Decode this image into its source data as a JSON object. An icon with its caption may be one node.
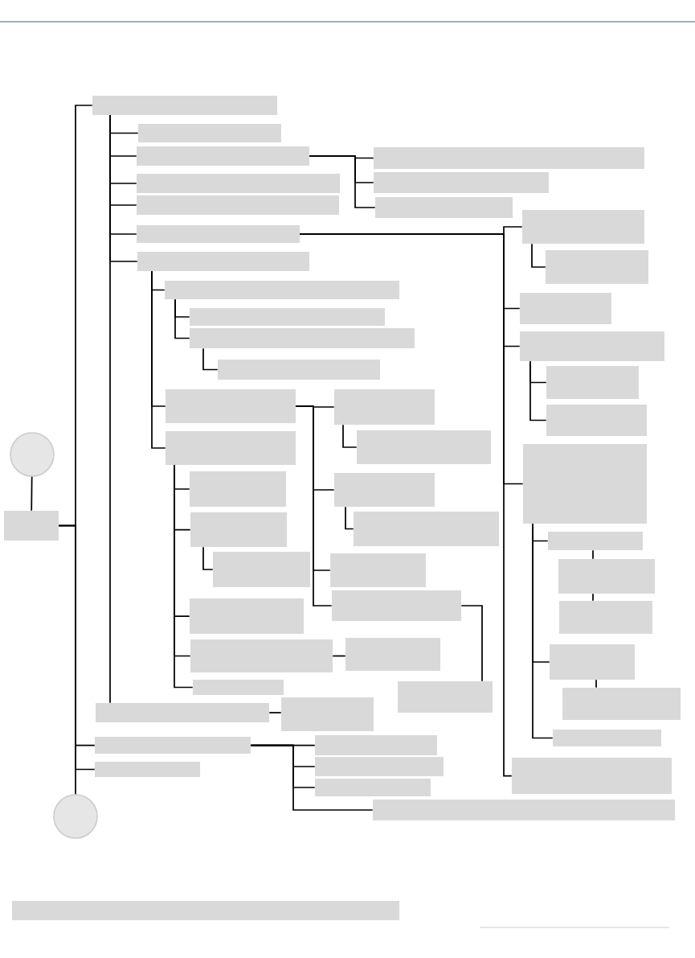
{
  "diagram": {
    "nodes": [
      {
        "text": [],
        "shape": "circle"
      },
      {
        "text": [],
        "shape": "box"
      },
      {
        "text": [],
        "shape": "circle"
      },
      {
        "text": [],
        "shape": "box"
      },
      {
        "text": [],
        "shape": "box"
      },
      {
        "text": [],
        "shape": "box"
      },
      {
        "text": [],
        "shape": "box"
      },
      {
        "text": [],
        "shape": "box"
      },
      {
        "text": [],
        "shape": "box"
      },
      {
        "text": [],
        "shape": "box"
      },
      {
        "text": [],
        "shape": "box"
      },
      {
        "text": [],
        "shape": "box"
      },
      {
        "text": [],
        "shape": "box"
      },
      {
        "text": [],
        "shape": "box"
      },
      {
        "text": [],
        "shape": "box"
      },
      {
        "text": [],
        "shape": "box"
      },
      {
        "text": [],
        "shape": "box"
      },
      {
        "text": [],
        "shape": "box"
      },
      {
        "text": [],
        "shape": "box"
      },
      {
        "text": [],
        "shape": "box"
      },
      {
        "text": [],
        "shape": "box"
      },
      {
        "text": [],
        "shape": "box"
      },
      {
        "text": [],
        "shape": "box"
      },
      {
        "text": [],
        "shape": "box"
      },
      {
        "text": [],
        "shape": "box"
      },
      {
        "text": [],
        "shape": "box"
      },
      {
        "text": [],
        "shape": "box"
      },
      {
        "text": [],
        "shape": "box"
      },
      {
        "text": [],
        "shape": "box"
      },
      {
        "text": [],
        "shape": "box"
      },
      {
        "text": [],
        "shape": "box"
      },
      {
        "text": [],
        "shape": "box"
      },
      {
        "text": [],
        "shape": "box"
      },
      {
        "text": [],
        "shape": "box"
      },
      {
        "text": [],
        "shape": "box"
      },
      {
        "text": [],
        "shape": "box"
      },
      {
        "text": [],
        "shape": "box"
      },
      {
        "text": [],
        "shape": "box"
      },
      {
        "text": [],
        "shape": "box"
      },
      {
        "text": [],
        "shape": "box"
      },
      {
        "text": [],
        "shape": "box"
      },
      {
        "text": [],
        "shape": "box"
      },
      {
        "text": [],
        "shape": "box"
      },
      {
        "text": [],
        "shape": "box"
      },
      {
        "text": [],
        "shape": "box"
      },
      {
        "text": [],
        "shape": "box"
      },
      {
        "text": [],
        "shape": "box"
      },
      {
        "text": [],
        "shape": "box"
      },
      {
        "text": [],
        "shape": "box"
      },
      {
        "text": [],
        "shape": "box"
      },
      {
        "text": [],
        "shape": "box"
      },
      {
        "text": [],
        "shape": "box"
      },
      {
        "text": [],
        "shape": "box"
      },
      {
        "text": [],
        "shape": "box"
      },
      {
        "text": [],
        "shape": "box"
      },
      {
        "text": [],
        "shape": "box"
      }
    ],
    "edges": [
      {
        "from": 0,
        "to": 1,
        "arrow": "none"
      },
      {
        "from": 1,
        "to": 3,
        "arrow": "none"
      },
      {
        "from": 1,
        "to": 4,
        "arrow": "none"
      },
      {
        "from": 1,
        "to": 5,
        "arrow": "none"
      },
      {
        "from": 1,
        "to": 2,
        "arrow": "none"
      },
      {
        "from": 3,
        "to": 6,
        "arrow": "none"
      },
      {
        "from": 3,
        "to": 7,
        "arrow": "none"
      },
      {
        "from": 3,
        "to": 8,
        "arrow": "none"
      },
      {
        "from": 3,
        "to": 9,
        "arrow": "none"
      },
      {
        "from": 3,
        "to": 10,
        "arrow": "none"
      },
      {
        "from": 3,
        "to": 11,
        "arrow": "none"
      },
      {
        "from": 3,
        "to": 12,
        "arrow": "none"
      },
      {
        "from": 7,
        "to": 13,
        "arrow": "none"
      },
      {
        "from": 7,
        "to": 14,
        "arrow": "none"
      },
      {
        "from": 7,
        "to": 15,
        "arrow": "none"
      },
      {
        "from": 10,
        "to": 16,
        "arrow": "none"
      },
      {
        "from": 10,
        "to": 18,
        "arrow": "none"
      },
      {
        "from": 10,
        "to": 19,
        "arrow": "none"
      },
      {
        "from": 10,
        "to": 22,
        "arrow": "none"
      },
      {
        "from": 10,
        "to": 29,
        "arrow": "none"
      },
      {
        "from": 16,
        "to": 17,
        "arrow": "none"
      },
      {
        "from": 19,
        "to": 20,
        "arrow": "none"
      },
      {
        "from": 19,
        "to": 21,
        "arrow": "none"
      },
      {
        "from": 22,
        "to": 23,
        "arrow": "none"
      },
      {
        "from": 22,
        "to": 26,
        "arrow": "none"
      },
      {
        "from": 22,
        "to": 28,
        "arrow": "none"
      },
      {
        "from": 23,
        "to": 24,
        "arrow": "none"
      },
      {
        "from": 24,
        "to": 25,
        "arrow": "none"
      },
      {
        "from": 26,
        "to": 27,
        "arrow": "none"
      },
      {
        "from": 11,
        "to": 30,
        "arrow": "none"
      },
      {
        "from": 11,
        "to": 34,
        "arrow": "none"
      },
      {
        "from": 11,
        "to": 35,
        "arrow": "none"
      },
      {
        "from": 30,
        "to": 31,
        "arrow": "none"
      },
      {
        "from": 30,
        "to": 32,
        "arrow": "none"
      },
      {
        "from": 32,
        "to": 33,
        "arrow": "none"
      },
      {
        "from": 34,
        "to": 36,
        "arrow": "none"
      },
      {
        "from": 34,
        "to": 38,
        "arrow": "none"
      },
      {
        "from": 34,
        "to": 40,
        "arrow": "none"
      },
      {
        "from": 34,
        "to": 41,
        "arrow": "none"
      },
      {
        "from": 36,
        "to": 37,
        "arrow": "none"
      },
      {
        "from": 38,
        "to": 39,
        "arrow": "none"
      },
      {
        "from": 41,
        "to": 42,
        "arrow": "none"
      },
      {
        "from": 35,
        "to": 43,
        "arrow": "none"
      },
      {
        "from": 35,
        "to": 44,
        "arrow": "none"
      },
      {
        "from": 35,
        "to": 46,
        "arrow": "none"
      },
      {
        "from": 35,
        "to": 47,
        "arrow": "none"
      },
      {
        "from": 35,
        "to": 49,
        "arrow": "none"
      },
      {
        "from": 44,
        "to": 45,
        "arrow": "none"
      },
      {
        "from": 47,
        "to": 48,
        "arrow": "none"
      },
      {
        "from": 12,
        "to": 50,
        "arrow": "none"
      },
      {
        "from": 4,
        "to": 51,
        "arrow": "none"
      },
      {
        "from": 4,
        "to": 52,
        "arrow": "none"
      },
      {
        "from": 4,
        "to": 53,
        "arrow": "none"
      },
      {
        "from": 4,
        "to": 54,
        "arrow": "none"
      }
    ]
  }
}
